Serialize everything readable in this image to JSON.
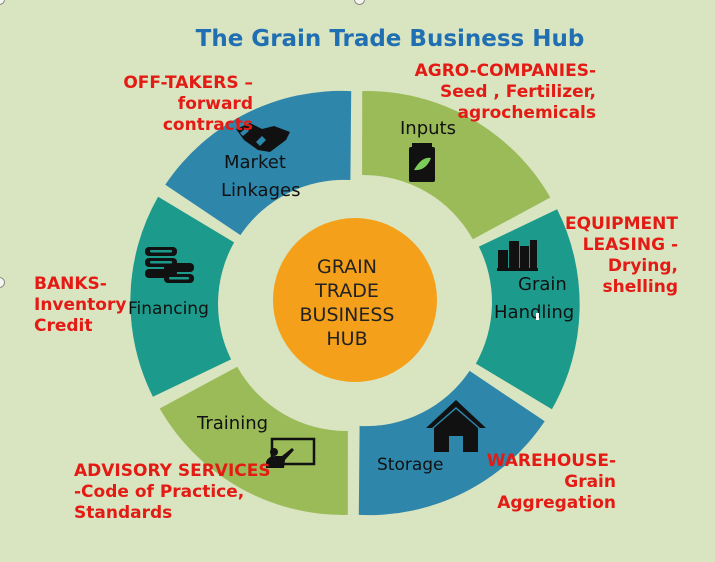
{
  "title": "The Grain Trade Business Hub",
  "hub": {
    "lines": [
      "GRAIN",
      "TRADE",
      "BUSINESS",
      "HUB"
    ]
  },
  "segments": [
    {
      "key": "inputs",
      "lines": [
        "Inputs"
      ],
      "color": "#9bbb59",
      "icon": "seed-bag-icon"
    },
    {
      "key": "grain-handling",
      "lines": [
        "Grain",
        "Handling"
      ],
      "color": "#1c9a8b",
      "icon": "factory-icon"
    },
    {
      "key": "storage",
      "lines": [
        "Storage"
      ],
      "color": "#2e86ab",
      "icon": "house-icon"
    },
    {
      "key": "training",
      "lines": [
        "Training"
      ],
      "color": "#9bbb59",
      "icon": "presentation-icon"
    },
    {
      "key": "financing",
      "lines": [
        "Financing"
      ],
      "color": "#1c9a8b",
      "icon": "coins-icon"
    },
    {
      "key": "market-linkages",
      "lines": [
        "Market",
        "Linkages"
      ],
      "color": "#2e86ab",
      "icon": "handshake-icon"
    }
  ],
  "stakeholders": {
    "agro_companies": [
      "AGRO-COMPANIES-",
      "Seed , Fertilizer,",
      "agrochemicals"
    ],
    "equipment_leasing": [
      "EQUIPMENT",
      "LEASING -",
      "Drying,",
      "shelling"
    ],
    "warehouse": [
      "WAREHOUSE-",
      "Grain",
      "Aggregation"
    ],
    "advisory": [
      "ADVISORY SERVICES",
      "-Code of Practice,",
      "Standards"
    ],
    "banks": [
      "BANKS-",
      "Inventory",
      "Credit"
    ],
    "off_takers": [
      "OFF-TAKERS –",
      "forward",
      "contracts"
    ]
  },
  "colors": {
    "background": "#d9e4c0",
    "hub": "#f5a01a",
    "title": "#1f6fb2",
    "stakeholder_text": "#e31b14"
  }
}
